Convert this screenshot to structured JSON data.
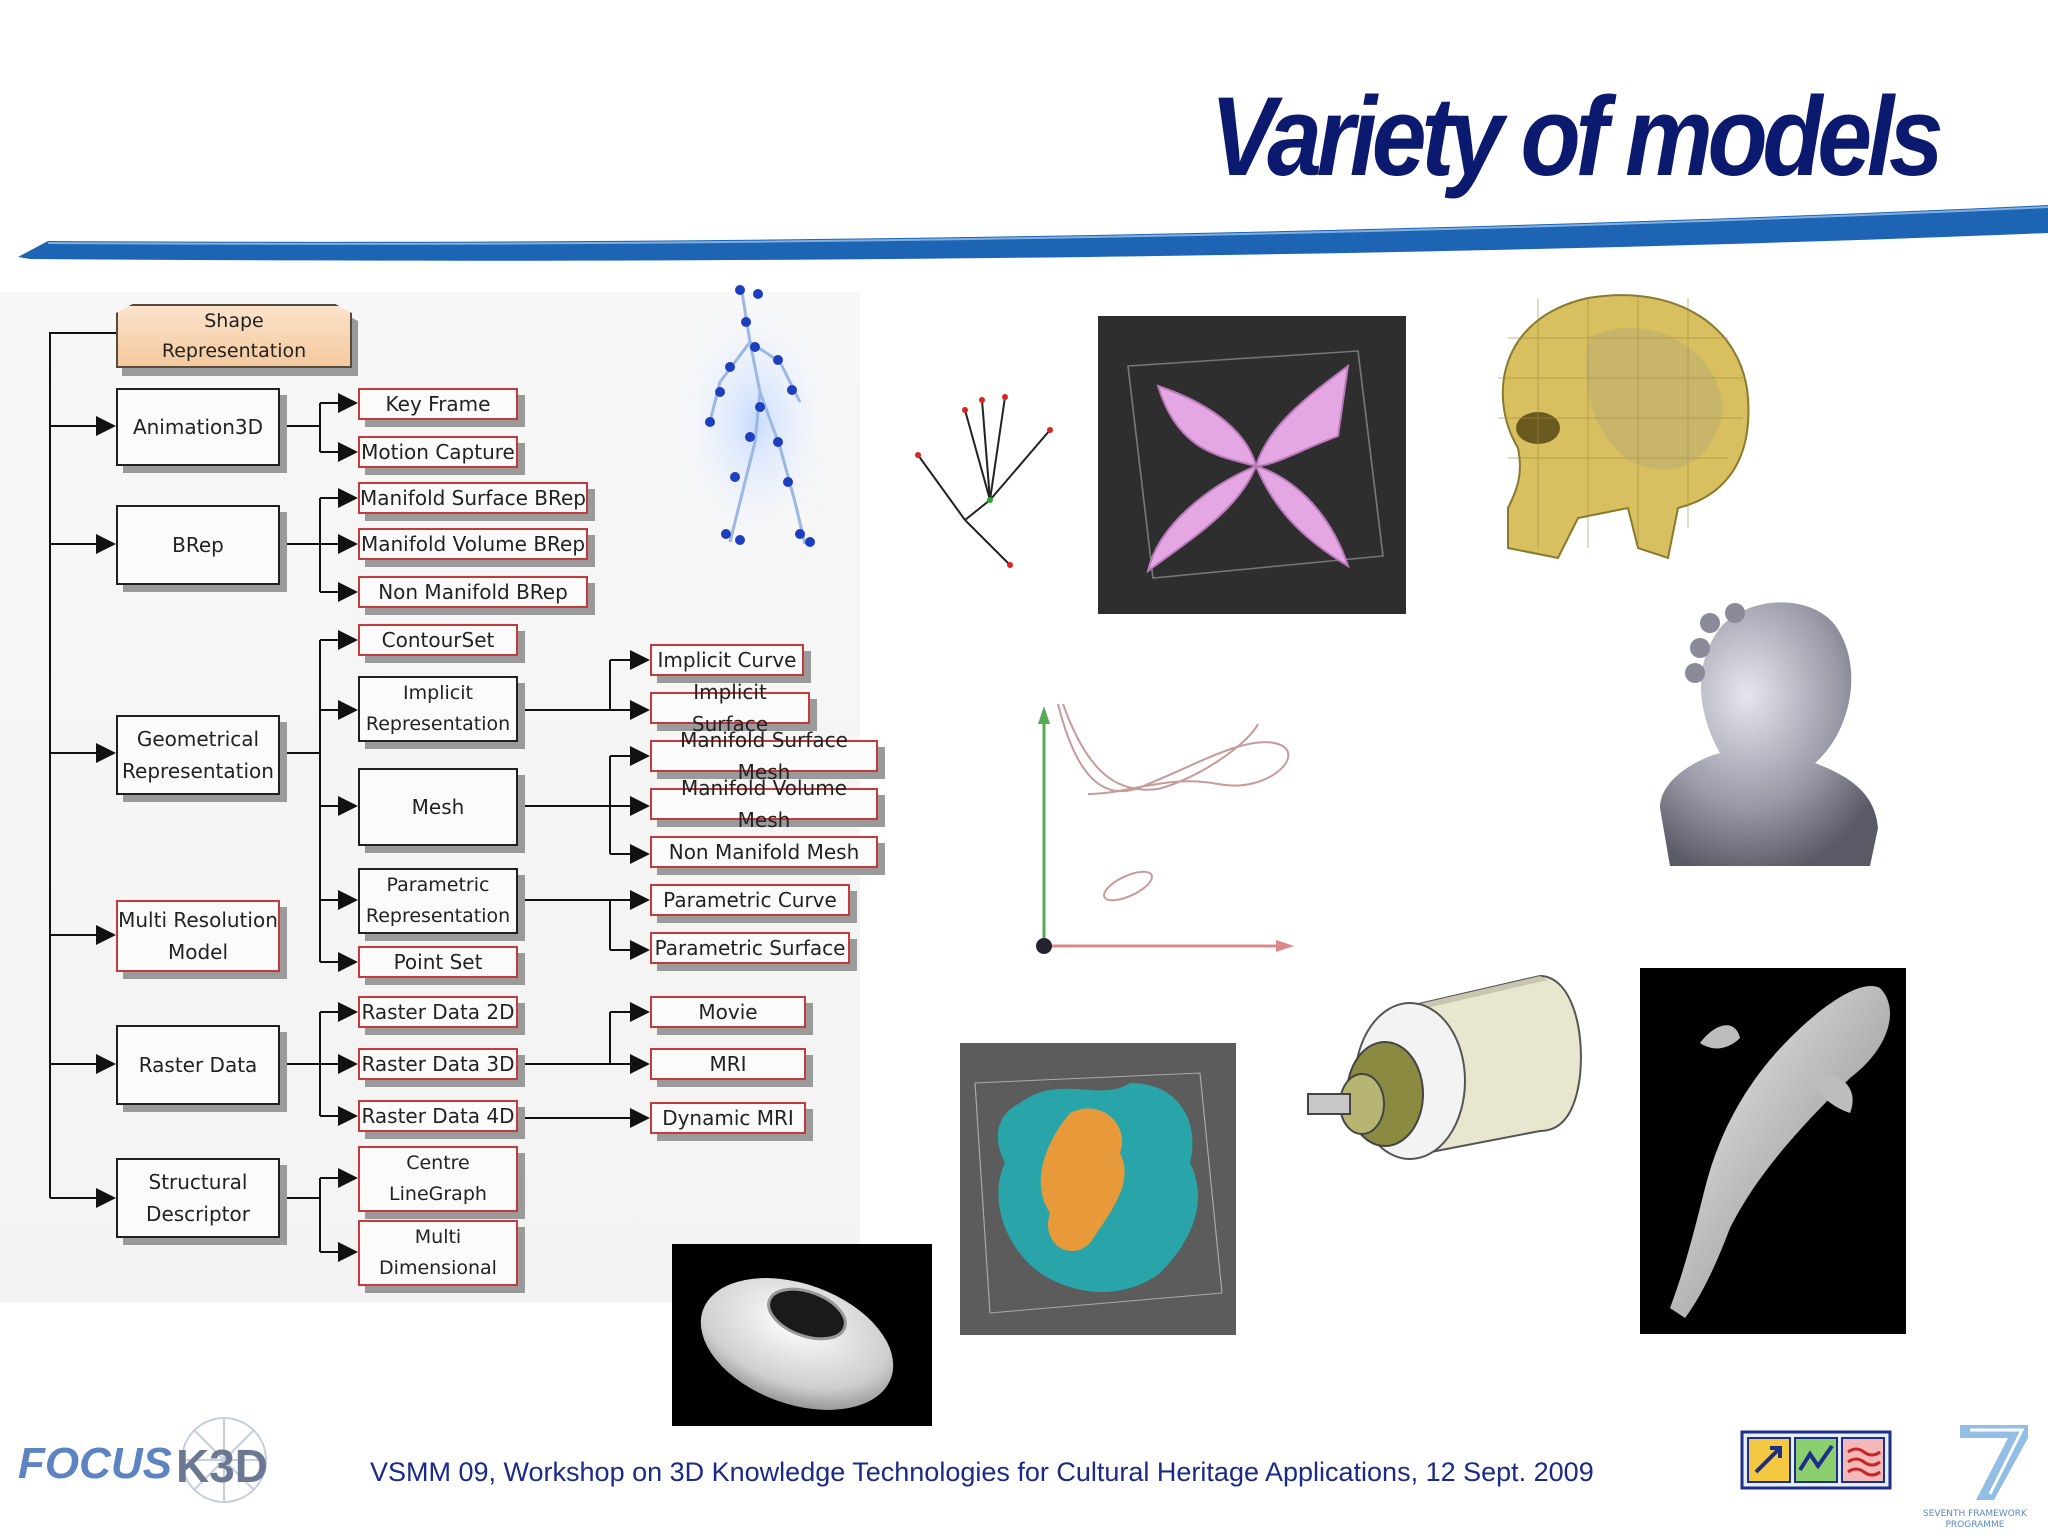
{
  "slide": {
    "title": "Variety of models",
    "footer": "VSMM 09, Workshop on 3D Knowledge Technologies for Cultural Heritage Applications, 12 Sept. 2009"
  },
  "logos": {
    "focus_k3d": {
      "word1": "FOCUS",
      "word2": "K3D"
    },
    "fp7": {
      "line1": "SEVENTH FRAMEWORK",
      "line2": "PROGRAMME"
    }
  },
  "diagram": {
    "root": "Shape\nRepresentation",
    "categories": {
      "animation3d": "Animation3D",
      "brep": "BRep",
      "geometrical": "Geometrical\nRepresentation",
      "multires": "Multi Resolution\nModel",
      "raster": "Raster Data",
      "structural": "Structural\nDescriptor"
    },
    "level2": {
      "key_frame": "Key Frame",
      "motion_capture": "Motion Capture",
      "manifold_surface_brep": "Manifold Surface BRep",
      "manifold_volume_brep": "Manifold Volume BRep",
      "non_manifold_brep": "Non Manifold BRep",
      "contourset": "ContourSet",
      "implicit": "Implicit\nRepresentation",
      "mesh": "Mesh",
      "parametric": "Parametric\nRepresentation",
      "point_set": "Point Set",
      "raster_2d": "Raster Data 2D",
      "raster_3d": "Raster Data 3D",
      "raster_4d": "Raster Data 4D",
      "centre_linegraph": "Centre\nLineGraph",
      "multi_dimensional": "Multi\nDimensional"
    },
    "level3": {
      "implicit_curve": "Implicit Curve",
      "implicit_surface": "Implicit Surface",
      "manifold_surface_mesh": "Manifold Surface Mesh",
      "manifold_volume_mesh": "Manifold Volume Mesh",
      "non_manifold_mesh": "Non Manifold Mesh",
      "parametric_curve": "Parametric Curve",
      "parametric_surface": "Parametric Surface",
      "movie": "Movie",
      "mri": "MRI",
      "dynamic_mri": "Dynamic MRI"
    }
  },
  "colors": {
    "title": "#0b1a6e",
    "swoosh": "#1e64b4",
    "box_border_red": "#c83a3a",
    "root_fill": "#f4c99e"
  },
  "images": [
    "motion-capture-figure",
    "skeleton-sketch",
    "pink-implicit-surface",
    "skull-mesh",
    "implicit-curve-plot",
    "girl-bust-scan",
    "volume-raster",
    "cylinder-cad",
    "dolphin-model",
    "rotational-part"
  ]
}
